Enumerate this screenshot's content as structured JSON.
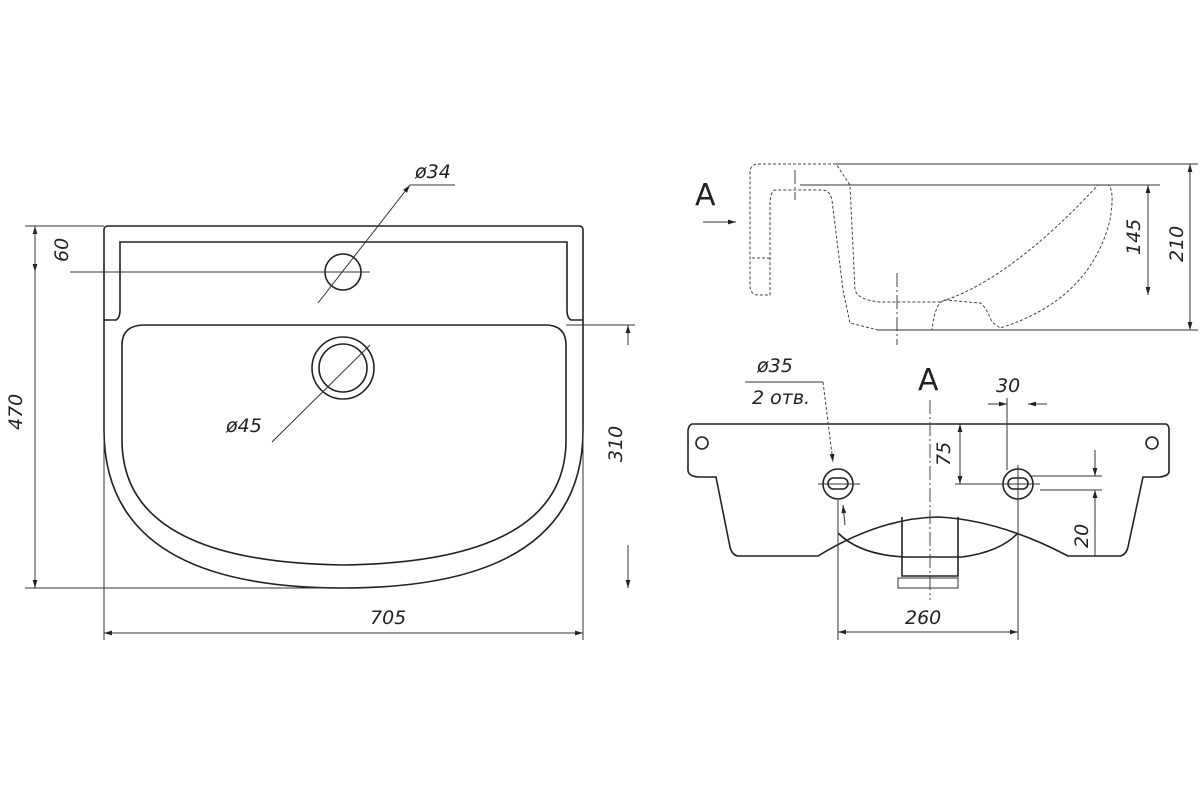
{
  "drawing": {
    "front_view": {
      "tap_hole_diameter": "ø34",
      "drain_diameter": "ø45",
      "ledge_depth": "60",
      "overall_depth": "470",
      "bowl_depth": "310",
      "overall_width": "705"
    },
    "side_view": {
      "section_marker": "A",
      "bowl_height": "145",
      "overall_height": "210"
    },
    "view_a": {
      "title": "A",
      "mount_hole_diameter": "ø35",
      "mount_hole_count": "2 отв.",
      "hole_offset_x": "30",
      "hole_offset_y": "75",
      "hole_to_bottom": "20",
      "hole_spacing": "260"
    },
    "line_color": "#222222"
  }
}
